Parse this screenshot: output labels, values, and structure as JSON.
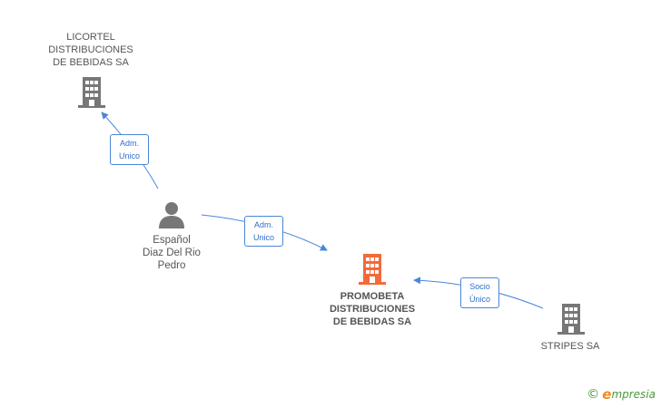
{
  "nodes": {
    "licortel": {
      "label": "LICORTEL\nDISTRIBUCIONES\nDE BEBIDAS SA",
      "icon": "building-icon",
      "color": "#777777"
    },
    "person": {
      "label": "Español\nDiaz Del Rio\nPedro",
      "icon": "person-icon",
      "color": "#777777"
    },
    "promobeta": {
      "label": "PROMOBETA\nDISTRIBUCIONES\nDE BEBIDAS SA",
      "icon": "building-icon",
      "color": "#f26a3a"
    },
    "stripes": {
      "label": "STRIPES SA",
      "icon": "building-icon",
      "color": "#777777"
    }
  },
  "edges": [
    {
      "from": "person",
      "to": "licortel",
      "label": "Adm.\nUnico"
    },
    {
      "from": "person",
      "to": "promobeta",
      "label": "Adm.\nUnico"
    },
    {
      "from": "stripes",
      "to": "promobeta",
      "label": "Socio\nÚnico"
    }
  ],
  "edge_color": "#4a86d8",
  "brand": {
    "copyright": "©",
    "initial": "e",
    "name": "mpresia"
  }
}
